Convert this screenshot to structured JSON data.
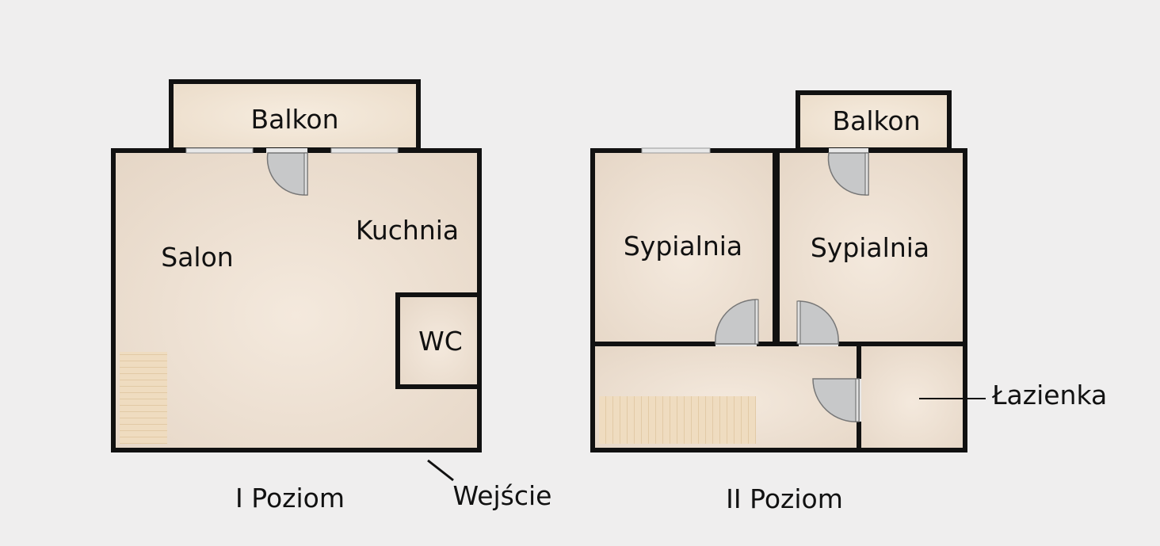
{
  "level1": {
    "caption": "I Poziom",
    "balcony": "Balkon",
    "living": "Salon",
    "kitchen": "Kuchnia",
    "wc": "WC",
    "entrance": "Wejście"
  },
  "level2": {
    "caption": "II Poziom",
    "balcony": "Balkon",
    "bedroom_left": "Sypialnia",
    "bedroom_right": "Sypialnia",
    "bathroom": "Łazienka"
  },
  "colors": {
    "background": "#efeeee",
    "room_fill": "#ede0d3",
    "balcony_fill": "#f1e5d6",
    "wall": "#111111",
    "door": "#c7c8c9",
    "stairs": "#edd9bd"
  }
}
